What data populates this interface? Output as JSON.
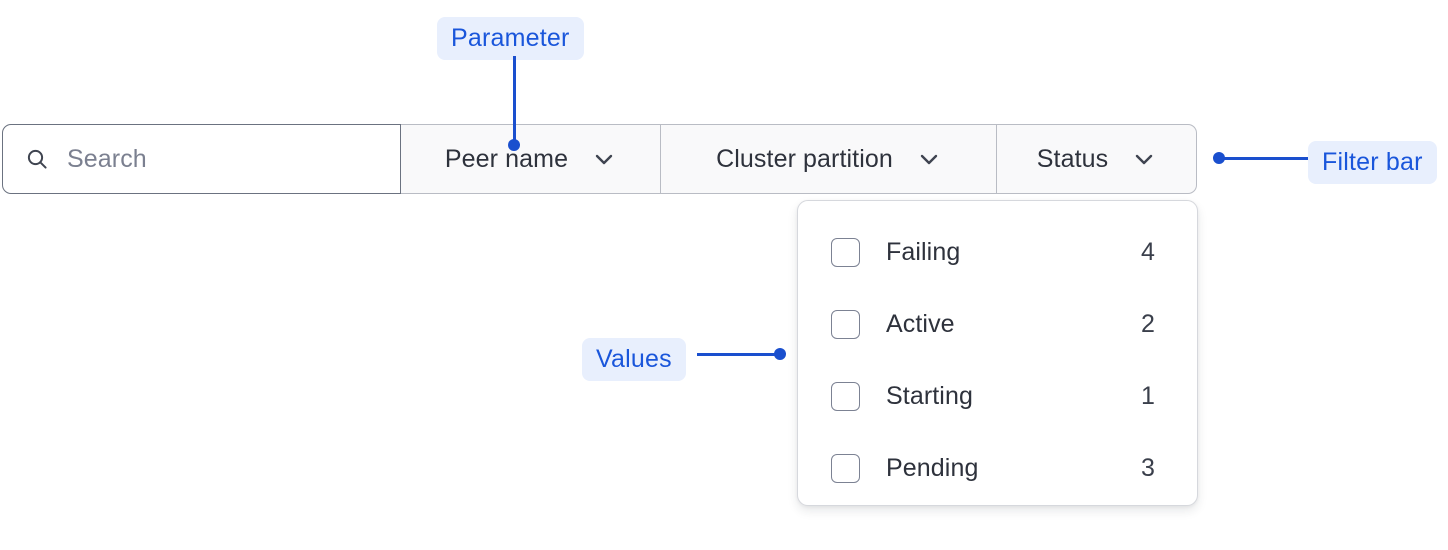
{
  "filter_bar": {
    "search": {
      "icon": "search-icon",
      "placeholder": "Search",
      "value": ""
    },
    "dropdowns": [
      {
        "label": "Peer name",
        "icon": "chevron-down-icon"
      },
      {
        "label": "Cluster partition",
        "icon": "chevron-down-icon"
      },
      {
        "label": "Status",
        "icon": "chevron-down-icon"
      }
    ]
  },
  "dropdown_panel": {
    "owner": "Status",
    "options": [
      {
        "label": "Failing",
        "count": "4",
        "checked": false
      },
      {
        "label": "Active",
        "count": "2",
        "checked": false
      },
      {
        "label": "Starting",
        "count": "1",
        "checked": false
      },
      {
        "label": "Pending",
        "count": "3",
        "checked": false
      }
    ]
  },
  "annotations": [
    {
      "id": "parameter",
      "label": "Parameter",
      "target": "Peer name dropdown"
    },
    {
      "id": "values",
      "label": "Values",
      "target": "Status dropdown options"
    },
    {
      "id": "filter_bar",
      "label": "Filter bar",
      "target": "Filter bar container"
    }
  ],
  "colors": {
    "annotation_text": "#1a56db",
    "annotation_chip_bg": "#e8effd",
    "annotation_line": "#1a4fce",
    "search_border": "#6b7280",
    "dropdown_bg": "#f9f9fa",
    "dropdown_border": "#b9bcc4",
    "panel_border": "#d6d8dd",
    "text_primary": "#2e323c",
    "text_placeholder": "#7b8090"
  }
}
